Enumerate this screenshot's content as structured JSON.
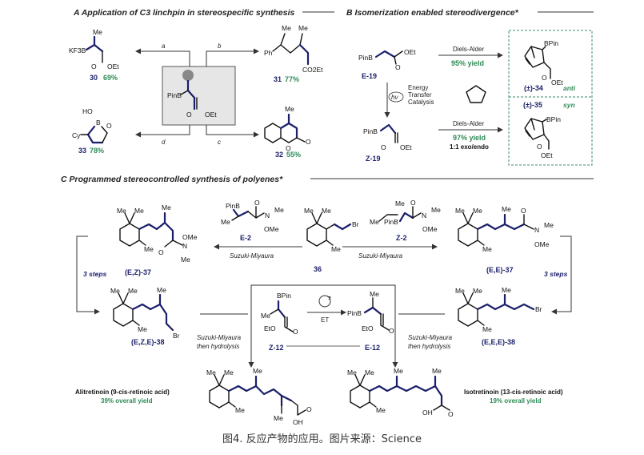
{
  "sections": {
    "a_title": "A  Application of C3 linchpin in stereospecific synthesis",
    "b_title": "B  Isomerization enabled stereodivergence*",
    "c_title": "C  Programmed stereocontrolled synthesis of polyenes*"
  },
  "panel_a": {
    "routes": [
      "a",
      "b",
      "c",
      "d"
    ],
    "compound_30": {
      "label": "30",
      "yield": "69%"
    },
    "compound_31": {
      "label": "31",
      "yield": "77%"
    },
    "compound_32": {
      "label": "32",
      "yield": "55%"
    },
    "compound_33": {
      "label": "33",
      "yield": "78%"
    },
    "atoms": {
      "kf3b": "KF3B",
      "me": "Me",
      "oet": "OEt",
      "pinb": "PinB",
      "ph": "Ph",
      "co2et": "CO2Et",
      "ho": "HO",
      "b": "B",
      "o": "O",
      "cy": "Cy"
    }
  },
  "panel_b": {
    "e19": "E-19",
    "z19": "Z-19",
    "da_top": "Diels-Alder",
    "da_top_yield": "95% yield",
    "da_bottom": "Diels-Alder",
    "da_bottom_yield": "97% yield",
    "da_bottom_ratio": "1:1 exo/endo",
    "hv": "hν",
    "energy_transfer": [
      "Energy",
      "Transfer",
      "Catalysis"
    ],
    "c34": "(±)-34",
    "c34_tag": "anti",
    "c35": "(±)-35",
    "c35_tag": "syn",
    "bpin": "BPin"
  },
  "panel_c": {
    "e2": "E-2",
    "z2": "Z-2",
    "c36": "36",
    "br": "Br",
    "suzuki_left": "Suzuki-Miyaura",
    "suzuki_right": "Suzuki-Miyaura",
    "ez37": "(E,Z)-37",
    "ee37": "(E,E)-37",
    "steps_left": "3 steps",
    "steps_right": "3 steps",
    "eze38": "(E,Z,E)-38",
    "eee38": "(E,E,E)-38",
    "z12": "Z-12",
    "e12": "E-12",
    "et": "ET",
    "hydrolysis_left": [
      "Suzuki-Miyaura",
      "then hydrolysis"
    ],
    "hydrolysis_right": [
      "Suzuki-Miyaura",
      "then hydrolysis"
    ],
    "alitretinoin": "Alitretinoin (9-cis-retinoic acid)",
    "alitretinoin_yield": "39% overall yield",
    "isotretinoin": "Isotretinoin (13-cis-retinoic acid)",
    "isotretinoin_yield": "19% overall yield",
    "atoms": {
      "n": "N",
      "ome": "OMe",
      "oh": "OH",
      "me": "Me",
      "eto": "EtO",
      "bpin": "BPin",
      "pinb": "PinB"
    }
  },
  "caption": "图4. 反应产物的应用。图片来源：Science",
  "colors": {
    "highlight": "#1b1f6b",
    "yield": "#2e8b57",
    "box_border": "#3a8a6a",
    "linchpin_bg": "#e6e6e6"
  }
}
